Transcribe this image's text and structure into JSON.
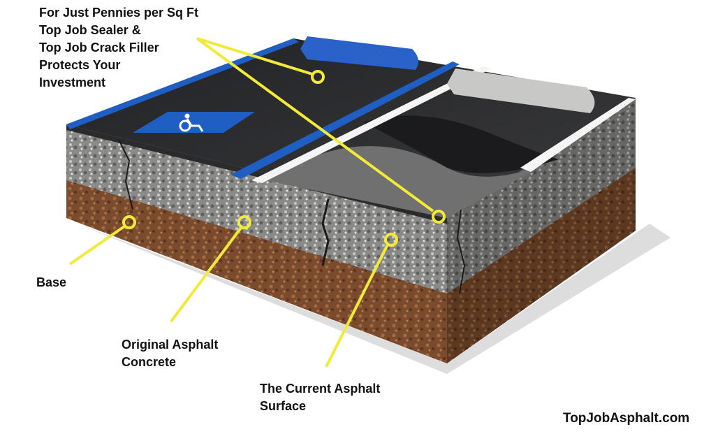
{
  "headline": {
    "lines": [
      "For Just Pennies per Sq Ft",
      "Top Job Sealer &",
      "Top Job Crack Filler",
      "Protects Your",
      "Investment"
    ]
  },
  "labels": {
    "base": "Base",
    "original": [
      "Original Asphalt",
      "Concrete"
    ],
    "current": [
      "The Current Asphalt",
      "Surface"
    ]
  },
  "website": "TopJobAsphalt.com",
  "colors": {
    "callout": "#f2ea3a",
    "asphalt": "#2e2e30",
    "aggregate": "#8d8e8c",
    "base_soil": "#7a4a2c",
    "stripe_blue": "#1f5fc4"
  },
  "icons": [
    "wheelchair-accessible-icon"
  ]
}
